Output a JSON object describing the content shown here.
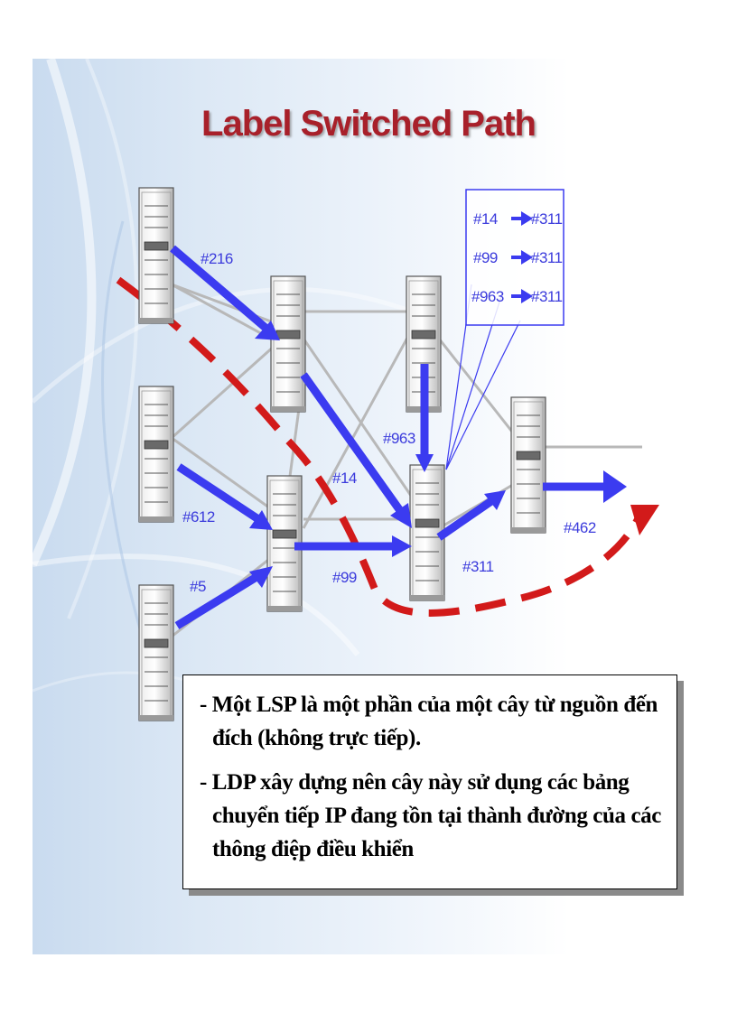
{
  "title": "Label Switched Path",
  "labels": {
    "l216": "#216",
    "l612": "#612",
    "l5": "#5",
    "l14": "#14",
    "l99": "#99",
    "l963": "#963",
    "l311": "#311",
    "l462": "#462"
  },
  "table": [
    {
      "in": "#14",
      "out": "#311"
    },
    {
      "in": "#99",
      "out": "#311"
    },
    {
      "in": "#963",
      "out": "#311"
    }
  ],
  "notes": [
    "- Một LSP là một phần của một cây từ nguồn đến đích (không trực tiếp).",
    "- LDP xây dựng nên cây này sử dụng các bảng chuyển tiếp IP đang tồn tại thành đường của các thông điệp điều khiển"
  ],
  "colors": {
    "title": "#a8202a",
    "label_arrow": "#3b3bf0",
    "lsp_path": "#d21a1a",
    "links": "#b8b8b8"
  }
}
